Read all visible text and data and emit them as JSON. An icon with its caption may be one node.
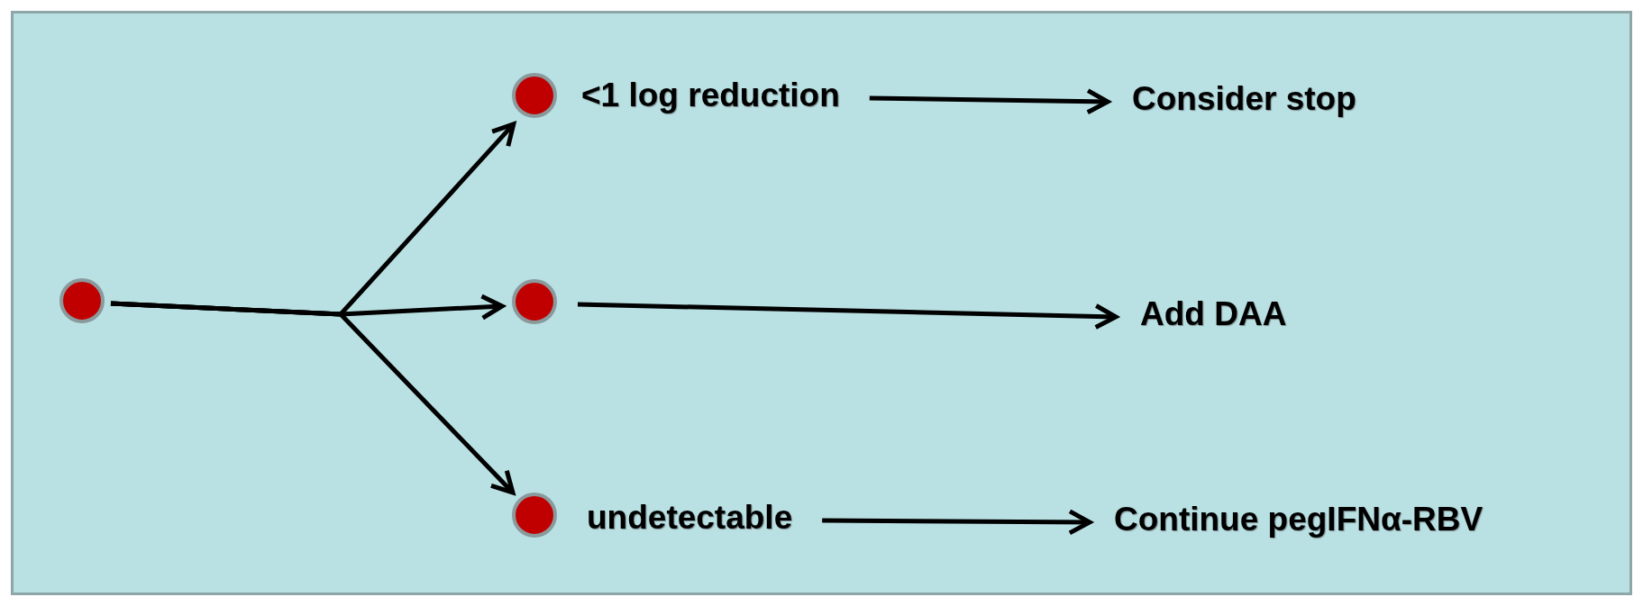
{
  "diagram": {
    "nodes": [
      {
        "text": [],
        "shape": "circle"
      },
      {
        "text": [],
        "shape": "circle"
      },
      {
        "text": [
          "<1 log reduction"
        ]
      },
      {
        "text": [
          "Consider stop"
        ]
      },
      {
        "text": [],
        "shape": "circle"
      },
      {
        "text": [
          "Add DAA"
        ]
      },
      {
        "text": [],
        "shape": "circle"
      },
      {
        "text": [
          "undetectable"
        ]
      },
      {
        "text": [
          "Continue pegIFNα-RBV"
        ]
      }
    ],
    "edges": [
      {
        "from": 0,
        "to": 1,
        "arrow": "to"
      },
      {
        "from": 0,
        "to": 4,
        "arrow": "to"
      },
      {
        "from": 0,
        "to": 6,
        "arrow": "to"
      },
      {
        "from": 2,
        "to": 3,
        "arrow": "to"
      },
      {
        "from": 4,
        "to": 5,
        "arrow": "to"
      },
      {
        "from": 7,
        "to": 8,
        "arrow": "to"
      }
    ]
  }
}
